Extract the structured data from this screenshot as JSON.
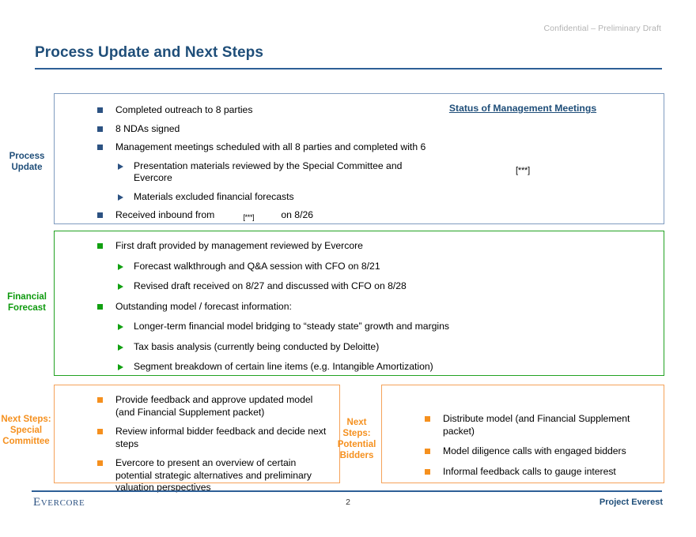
{
  "header": {
    "confidential_note": "Confidential – Preliminary Draft",
    "title": "Process Update and Next Steps"
  },
  "colors": {
    "title_blue": "#1f4e79",
    "rule_blue": "#2e5f96",
    "section_blue_border": "#7f9bbf",
    "section_green_border": "#22a222",
    "section_orange_border": "#f5a259",
    "bullet_blue": "#2c5282",
    "bullet_green": "#11a011",
    "bullet_orange": "#f5901e",
    "label_green": "#0f9a0f",
    "label_orange": "#f5901e",
    "confidential_gray": "#b3b3b3"
  },
  "sections": {
    "process_update": {
      "label": "Process\nUpdate",
      "bullets": [
        {
          "level": 1,
          "text": "Completed outreach to 8 parties"
        },
        {
          "level": 1,
          "text": "8 NDAs signed"
        },
        {
          "level": 1,
          "text": "Management meetings scheduled with all 8 parties and completed with 6"
        },
        {
          "level": 2,
          "text": "Presentation materials reviewed by the Special Committee and Evercore"
        },
        {
          "level": 2,
          "text": "Materials excluded financial forecasts"
        }
      ],
      "last_bullet": {
        "level": 1,
        "prefix": "Received inbound from",
        "redacted": "[***]",
        "suffix": "on 8/26"
      },
      "status_panel": {
        "heading": "Status of Management Meetings",
        "redacted": "[***]"
      }
    },
    "financial_forecast": {
      "label": "Financial\nForecast",
      "bullets": [
        {
          "level": 1,
          "text": "First draft provided by management reviewed by Evercore"
        },
        {
          "level": 2,
          "text": "Forecast walkthrough and Q&A session with CFO on 8/21"
        },
        {
          "level": 2,
          "text": "Revised draft received on 8/27 and discussed with CFO on 8/28"
        },
        {
          "level": 1,
          "text": "Outstanding model / forecast information:"
        },
        {
          "level": 2,
          "text": "Longer-term financial model bridging to “steady state” growth and margins"
        },
        {
          "level": 2,
          "text": "Tax basis analysis (currently being conducted by Deloitte)"
        },
        {
          "level": 2,
          "text": "Segment breakdown of certain line items (e.g. Intangible Amortization)"
        }
      ]
    },
    "next_steps_special_committee": {
      "label": "Next Steps:\nSpecial\nCommittee",
      "bullets": [
        {
          "level": 1,
          "text": "Provide feedback and approve updated model (and Financial Supplement packet)"
        },
        {
          "level": 1,
          "text": "Review informal bidder feedback and decide next steps"
        },
        {
          "level": 1,
          "text": "Evercore to present an overview of certain potential strategic alternatives and preliminary valuation perspectives"
        }
      ]
    },
    "next_steps_potential_bidders": {
      "label": "Next Steps:\nPotential\nBidders",
      "bullets": [
        {
          "level": 1,
          "text": "Distribute model (and Financial Supplement packet)"
        },
        {
          "level": 1,
          "text": "Model diligence calls with engaged bidders"
        },
        {
          "level": 1,
          "text": "Informal feedback calls to gauge interest"
        }
      ]
    }
  },
  "footer": {
    "logo": "Evercore",
    "page_number": "2",
    "project_name": "Project Everest"
  }
}
